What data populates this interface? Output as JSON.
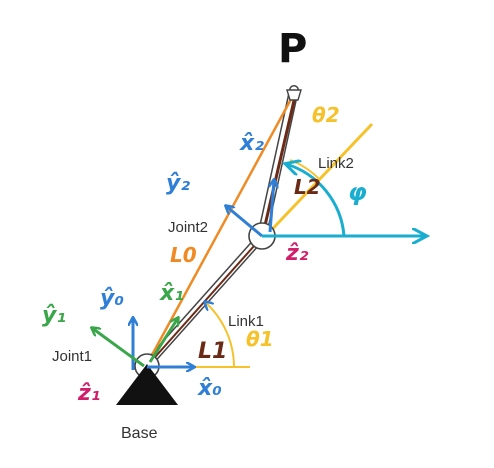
{
  "diagram": {
    "point_label": "P",
    "base_label": "Base",
    "joint1_label": "Joint1",
    "joint2_label": "Joint2",
    "link1_label": "Link1",
    "link2_label": "Link2",
    "axis_x0": "x̂₀",
    "axis_y0": "ŷ₀",
    "axis_x1": "x̂₁",
    "axis_y1": "ŷ₁",
    "axis_z1": "ẑ₁",
    "axis_x2": "x̂₂",
    "axis_y2": "ŷ₂",
    "axis_z2": "ẑ₂",
    "length_L0": "L0",
    "length_L1": "L1",
    "length_L2": "L2",
    "angle_theta1": "θ1",
    "angle_theta2": "θ2",
    "angle_phi": "φ"
  },
  "colors": {
    "blue": "#2f7fd6",
    "green": "#3aa64a",
    "magenta": "#d11e6b",
    "orange": "#f08a24",
    "brown": "#6b2a16",
    "yellow": "#f6c22c",
    "cyan": "#19aecf",
    "black": "#111111"
  }
}
